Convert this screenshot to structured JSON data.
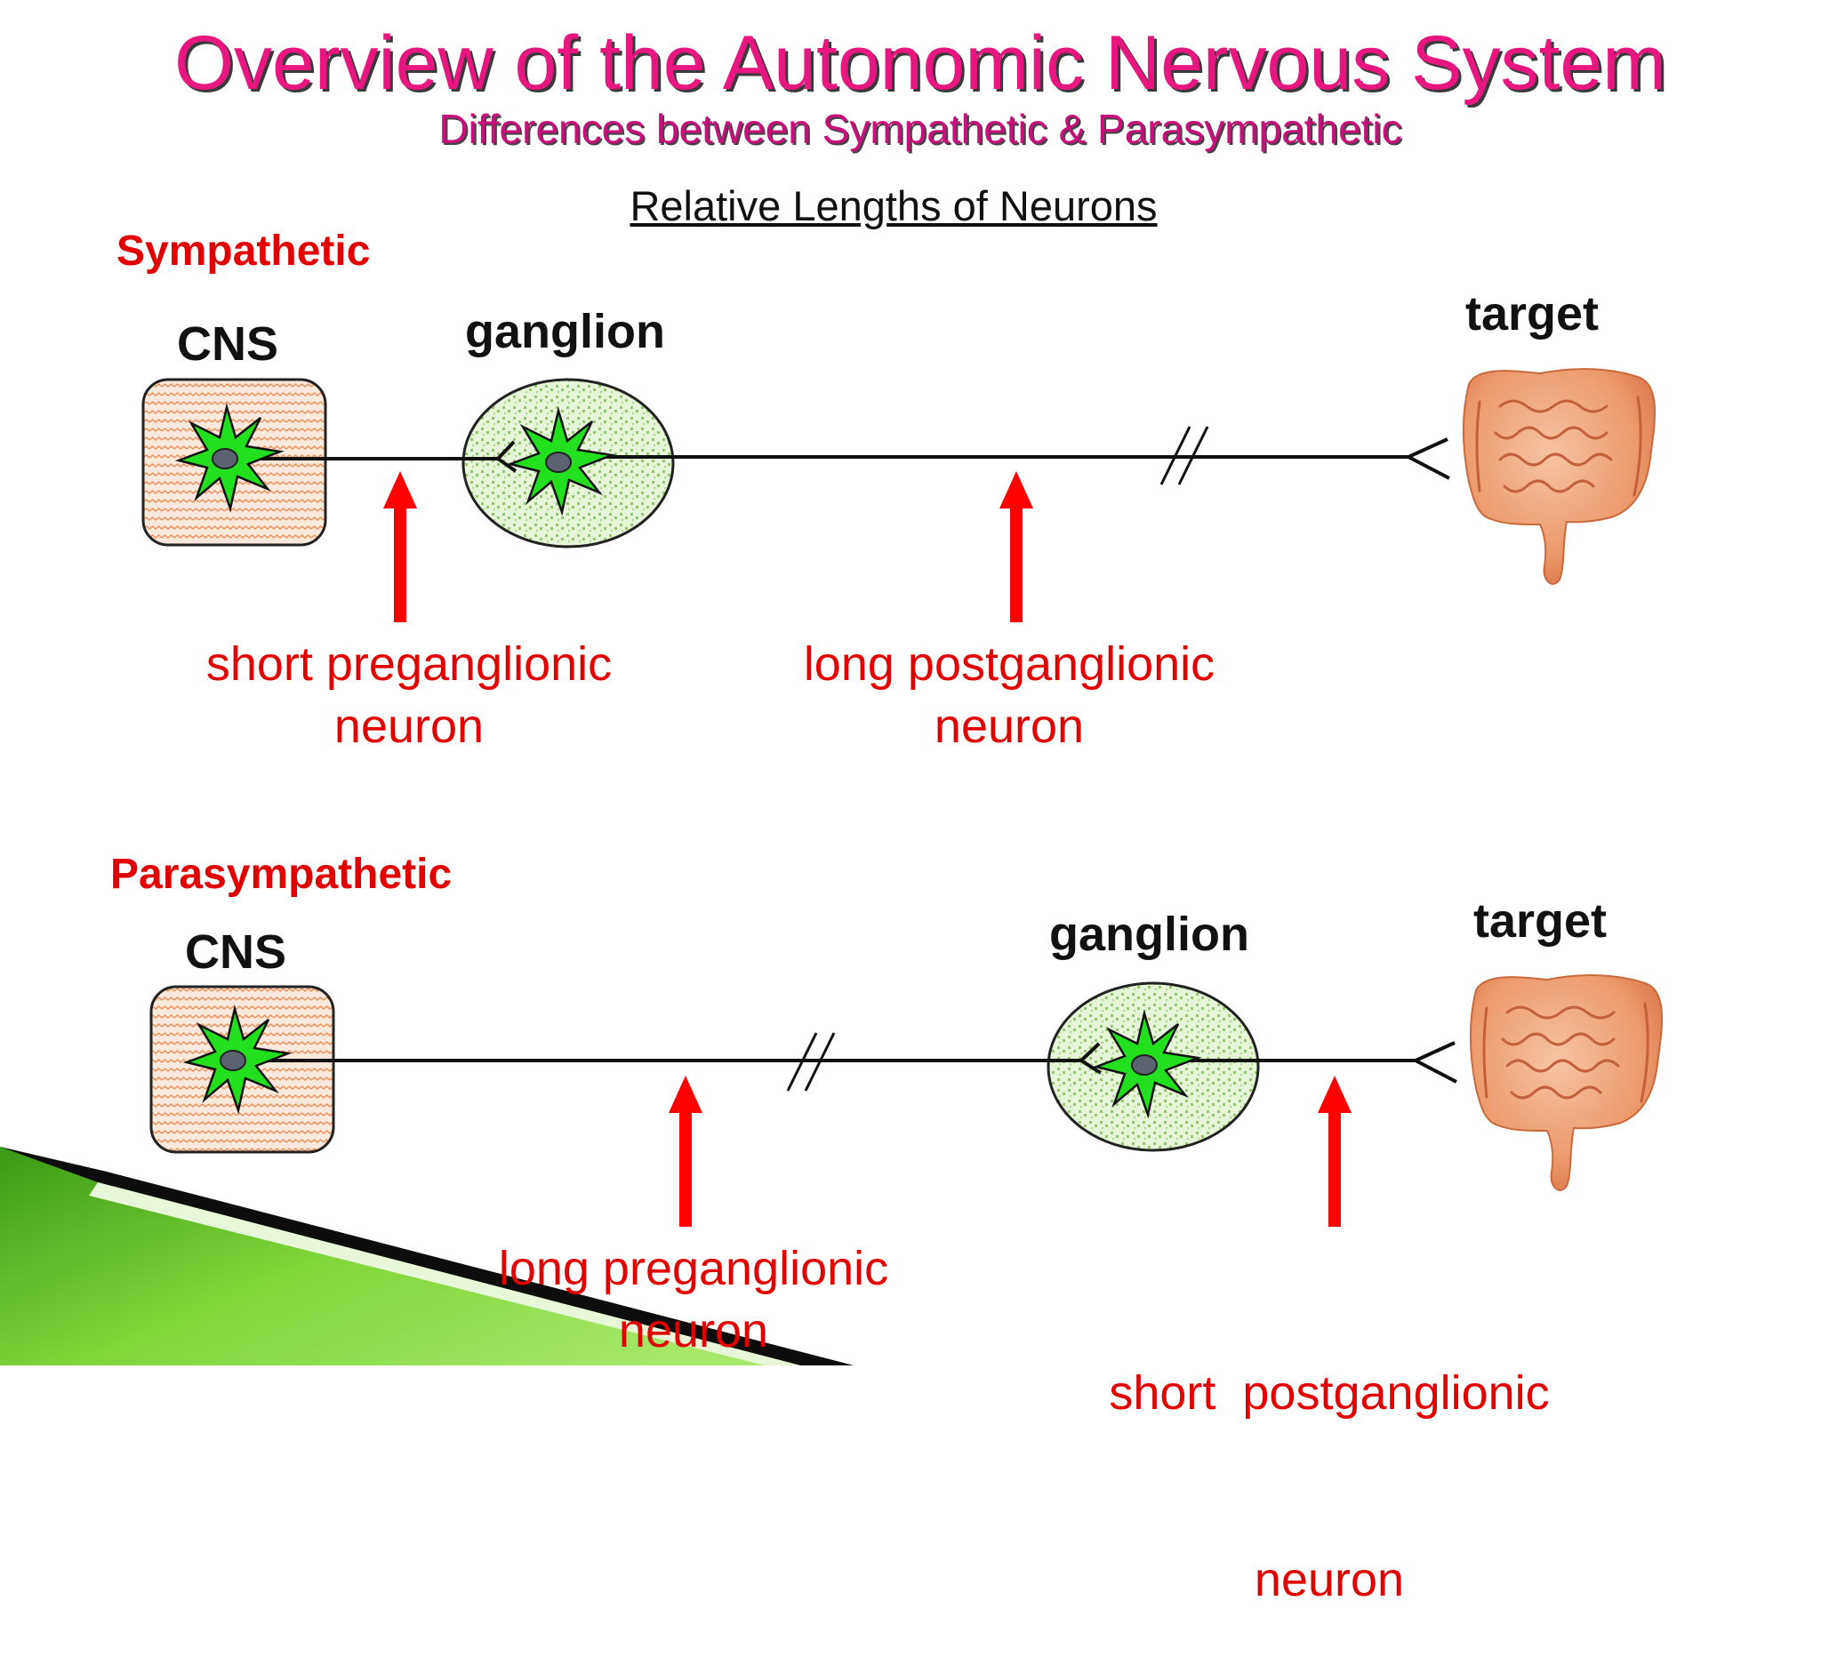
{
  "title": "Overview of the Autonomic Nervous System",
  "subtitle": "Differences between Sympathetic & Parasympathetic",
  "section_heading": "Relative Lengths of Neurons",
  "sympathetic": {
    "label": "Sympathetic",
    "cns_label": "CNS",
    "ganglion_label": "ganglion",
    "target_label": "target",
    "pre_label_line1": "short preganglionic",
    "pre_label_line2": "neuron",
    "post_label_line1": "long postganglionic",
    "post_label_line2": "neuron"
  },
  "parasympathetic": {
    "label": "Parasympathetic",
    "cns_label": "CNS",
    "ganglion_label": "ganglion",
    "target_label": "target",
    "pre_label_line1": "long preganglionic",
    "pre_label_line2": "neuron",
    "post_label_line1": "short  postganglionic",
    "post_label_line2": "neuron"
  },
  "colors": {
    "title": "#e8177f",
    "label_red": "#e00000",
    "arrow_red": "#ff0000",
    "cell_green": "#22e01e",
    "ganglion_fill": "#d9f0c8",
    "cns_fill": "#fbe3d4",
    "intestine": "#f0a277",
    "accent_green": "#6ccf2a"
  }
}
